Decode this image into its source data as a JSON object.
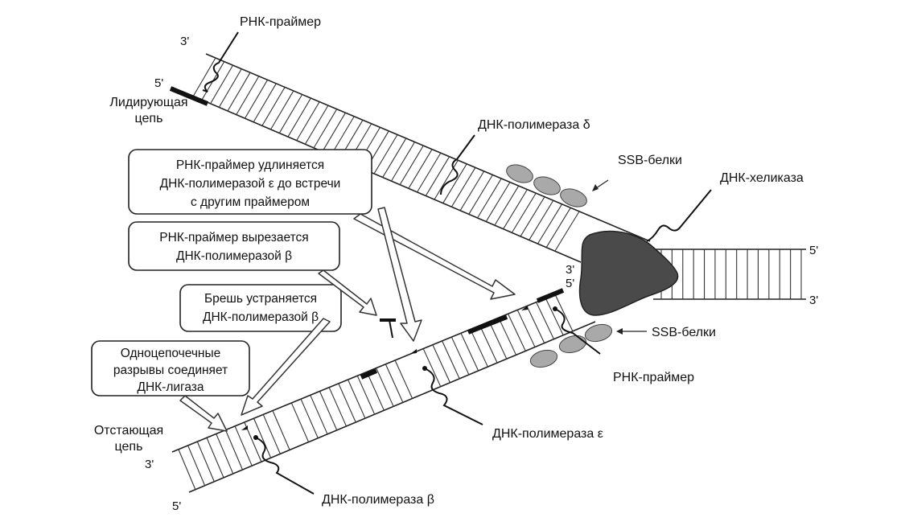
{
  "labels": {
    "rna_primer_top": "РНК-праймер",
    "leading_strand_line1": "Лидирующая",
    "leading_strand_line2": "цепь",
    "polymerase_delta": "ДНК-полимераза δ",
    "ssb_top": "SSB-белки",
    "helicase": "ДНК-хеликаза",
    "ssb_bottom": "SSB-белки",
    "rna_primer_bottom": "РНК-праймер",
    "polymerase_epsilon": "ДНК-полимераза ε",
    "polymerase_beta": "ДНК-полимераза β",
    "lagging_strand_line1": "Отстающая",
    "lagging_strand_line2": "цепь"
  },
  "ends": {
    "top_3": "3'",
    "top_5": "5'",
    "right_5": "5'",
    "right_3": "3'",
    "mid_3": "3'",
    "mid_5": "5'",
    "bottom_3": "3'",
    "bottom_5": "5'"
  },
  "boxes": {
    "extend": [
      "РНК-праймер удлиняется",
      "ДНК-полимеразой ε до встречи",
      "с другим праймером"
    ],
    "excise": [
      "РНК-праймер вырезается",
      "ДНК-полимеразой β"
    ],
    "gap": [
      "Брешь устраняется",
      "ДНК-полимеразой β"
    ],
    "ligase": [
      "Одноцепочечные",
      "разрывы соединяет",
      "ДНК-лигаза"
    ]
  },
  "colors": {
    "helicase": "#4a4a4a",
    "ssb": "#a9a9a9",
    "ink": "#111111"
  }
}
